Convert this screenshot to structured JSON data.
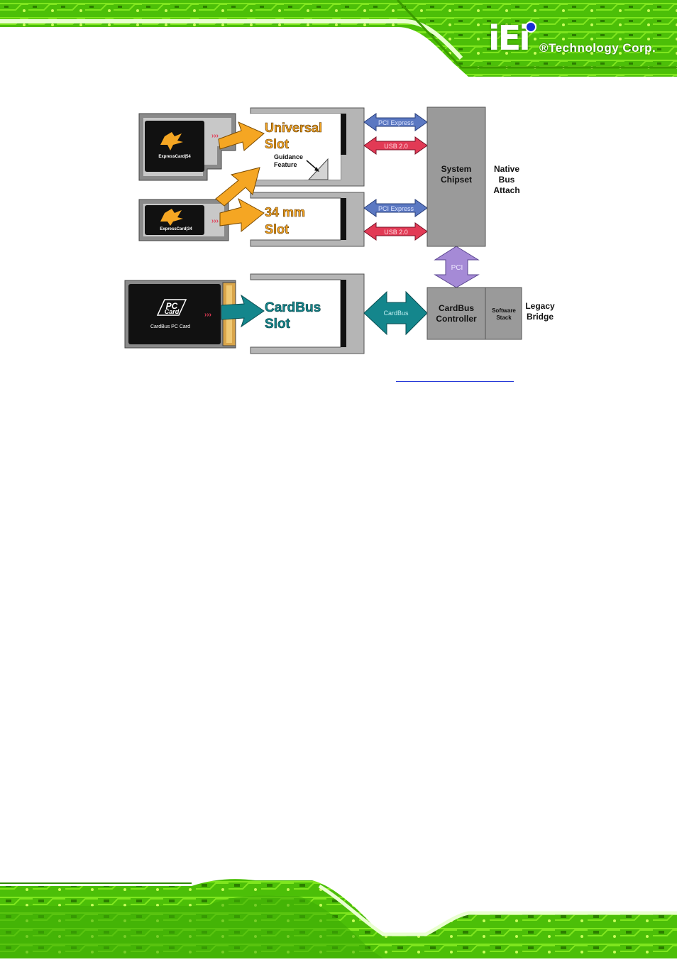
{
  "brand": {
    "logo": "iEi",
    "tagline": "®Technology Corp."
  },
  "diagram": {
    "cards": {
      "expresscard54": "ExpressCard|54",
      "expresscard34": "ExpressCard|34",
      "pccard_logo_line1": "PC",
      "pccard_logo_line2": "Card",
      "pccard_label": "CardBus PC Card"
    },
    "slots": {
      "universal_line1": "Universal",
      "universal_line2": "Slot",
      "guidance_line1": "Guidance",
      "guidance_line2": "Feature",
      "mm34_line1": "34 mm",
      "mm34_line2": "Slot",
      "cardbus_line1": "CardBus",
      "cardbus_line2": "Slot"
    },
    "buses": {
      "pci_express": "PCI Express",
      "usb": "USB 2.0",
      "pci": "PCI",
      "cardbus": "CardBus"
    },
    "blocks": {
      "system_chipset_line1": "System",
      "system_chipset_line2": "Chipset",
      "cardbus_controller_line1": "CardBus",
      "cardbus_controller_line2": "Controller",
      "software_stack_line1": "Software",
      "software_stack_line2": "Stack"
    },
    "notes": {
      "native_line1": "Native",
      "native_line2": "Bus",
      "native_line3": "Attach",
      "legacy_line1": "Legacy",
      "legacy_line2": "Bridge"
    }
  },
  "colors": {
    "pcb_green": "#5fcf0a",
    "pcb_dark": "#2f8a00",
    "express_orange": "#f5a623",
    "cardbus_teal": "#14868c",
    "pcie_blue": "#5b78c2",
    "usb_red": "#e23a55",
    "pci_purple": "#a58ad6",
    "block_gray": "#9a9a9a"
  }
}
